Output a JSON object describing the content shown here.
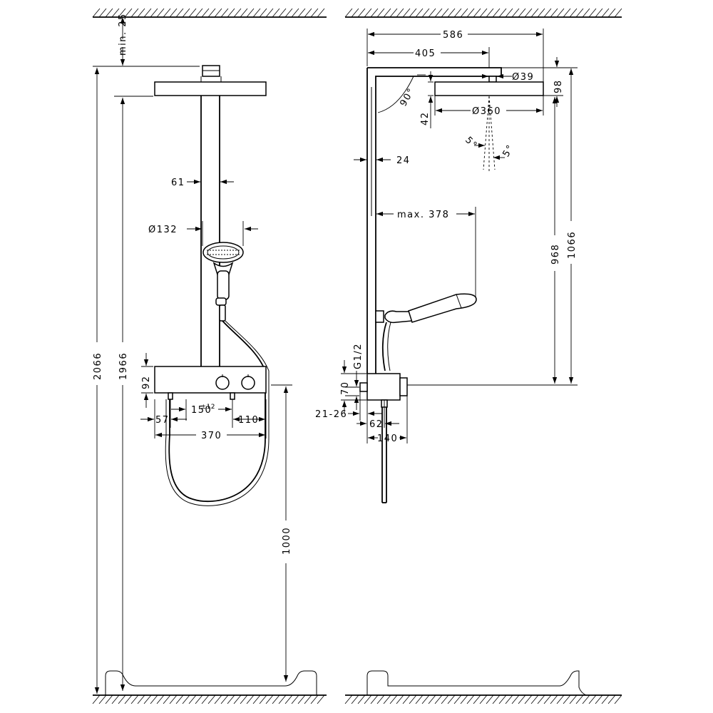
{
  "front_view": {
    "dim_min_25": "min. 25",
    "dim_2066": "2066",
    "dim_1966": "1966",
    "dim_61": "61",
    "dim_d132": "Ø132",
    "dim_92": "92",
    "dim_150": "150",
    "dim_150_tol": "±12",
    "dim_57": "57",
    "dim_110": "110",
    "dim_370": "370",
    "dim_1000": "1000"
  },
  "side_view": {
    "dim_586": "586",
    "dim_405": "405",
    "dim_d39": "Ø39",
    "dim_98": "98",
    "dim_90deg": "90°",
    "dim_42": "42",
    "dim_d360": "Ø360",
    "dim_5deg_left": "5°",
    "dim_5deg_right": "5°",
    "dim_24": "24",
    "dim_max_378": "max. 378",
    "dim_968": "968",
    "dim_1066": "1066",
    "dim_g12": "G1/2",
    "dim_70": "70",
    "dim_21_26": "21-26",
    "dim_62": "62",
    "dim_140": "140"
  }
}
